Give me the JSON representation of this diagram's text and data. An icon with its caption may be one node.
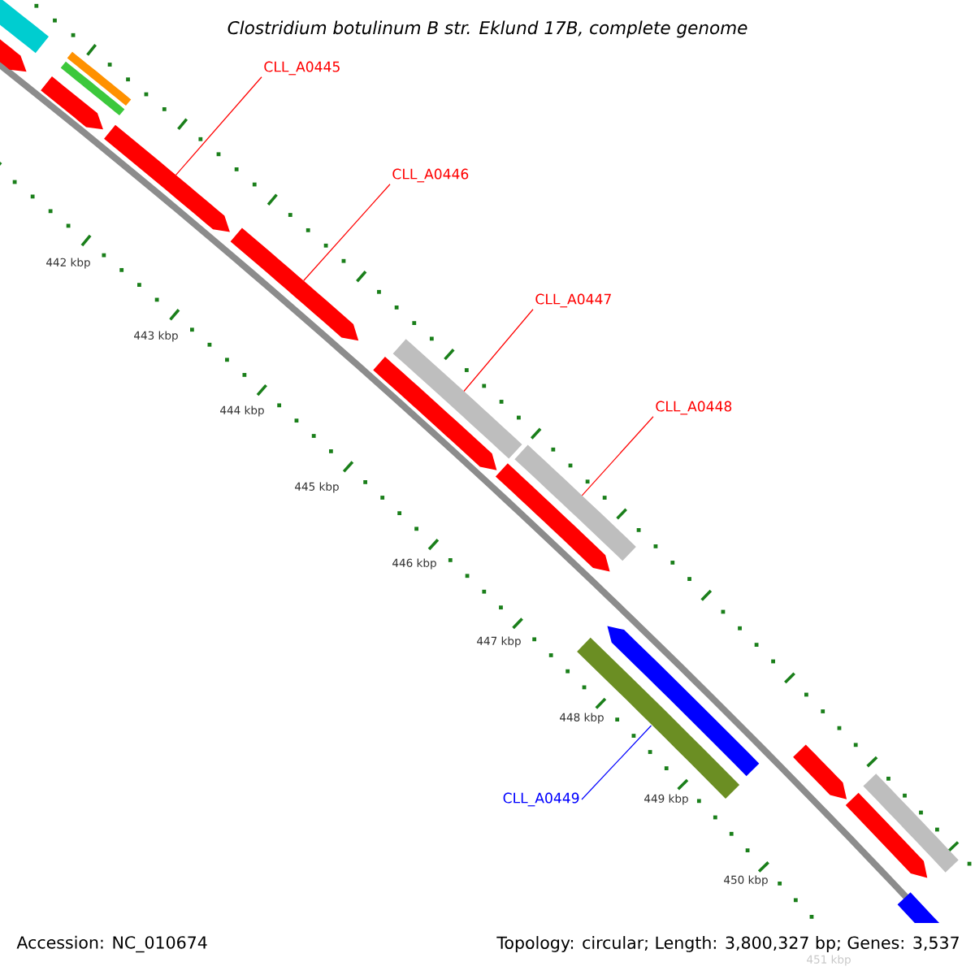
{
  "diagram": {
    "title": "Clostridium botulinum B str. Eklund 17B, complete genome",
    "nodes": [
      {
        "text": [
          "CLL_A0445"
        ]
      },
      {
        "text": [
          "CLL_A0446"
        ]
      },
      {
        "text": [
          "CLL_A0447"
        ]
      },
      {
        "text": [
          "CLL_A0448"
        ]
      },
      {
        "text": [
          "CLL_A0449"
        ]
      },
      {
        "text": [],
        "shape": "arrow"
      },
      {
        "text": [],
        "shape": "arrow"
      },
      {
        "text": [],
        "shape": "bar"
      },
      {
        "text": [],
        "shape": "bar"
      },
      {
        "text": [],
        "shape": "bar"
      }
    ],
    "edges": [
      {
        "from": 0,
        "to": 5,
        "arrow": "none"
      },
      {
        "from": 1,
        "to": 6,
        "arrow": "none"
      },
      {
        "from": 2,
        "to": 7,
        "arrow": "none"
      },
      {
        "from": 3,
        "to": 8,
        "arrow": "none"
      },
      {
        "from": 4,
        "to": 9,
        "arrow": "none",
        "color": "#0000ff"
      }
    ],
    "labels": [
      "442 kbp",
      "443 kbp",
      "444 kbp",
      "445 kbp",
      "446 kbp",
      "447 kbp",
      "448 kbp",
      "449 kbp",
      "450 kbp",
      "451 kbp",
      "Accession: NC_010674",
      "Topology: circular; Length: 3,800,327 bp; Genes: 3,537"
    ]
  }
}
